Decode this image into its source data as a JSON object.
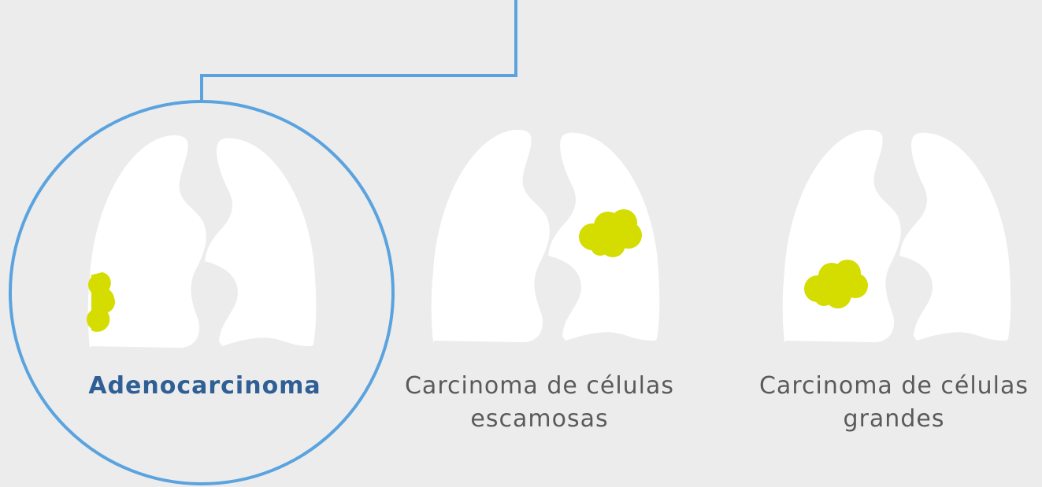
{
  "colors": {
    "background": "#ececec",
    "lung": "#ffffff",
    "tumor": "#d4dc00",
    "highlight_ring": "#5aa3df",
    "selected_text": "#2f5f95",
    "text": "#5a5a5a"
  },
  "options": [
    {
      "id": "adeno",
      "label_lines": [
        "Adenocarcinoma"
      ],
      "selected": true,
      "tumor_position": "left-lung-outer-edge"
    },
    {
      "id": "escamosas",
      "label_lines": [
        "Carcinoma de células",
        "escamosas"
      ],
      "selected": false,
      "tumor_position": "right-lung-upper-middle"
    },
    {
      "id": "grandes",
      "label_lines": [
        "Carcinoma de células",
        "grandes"
      ],
      "selected": false,
      "tumor_position": "left-lung-middle"
    }
  ]
}
